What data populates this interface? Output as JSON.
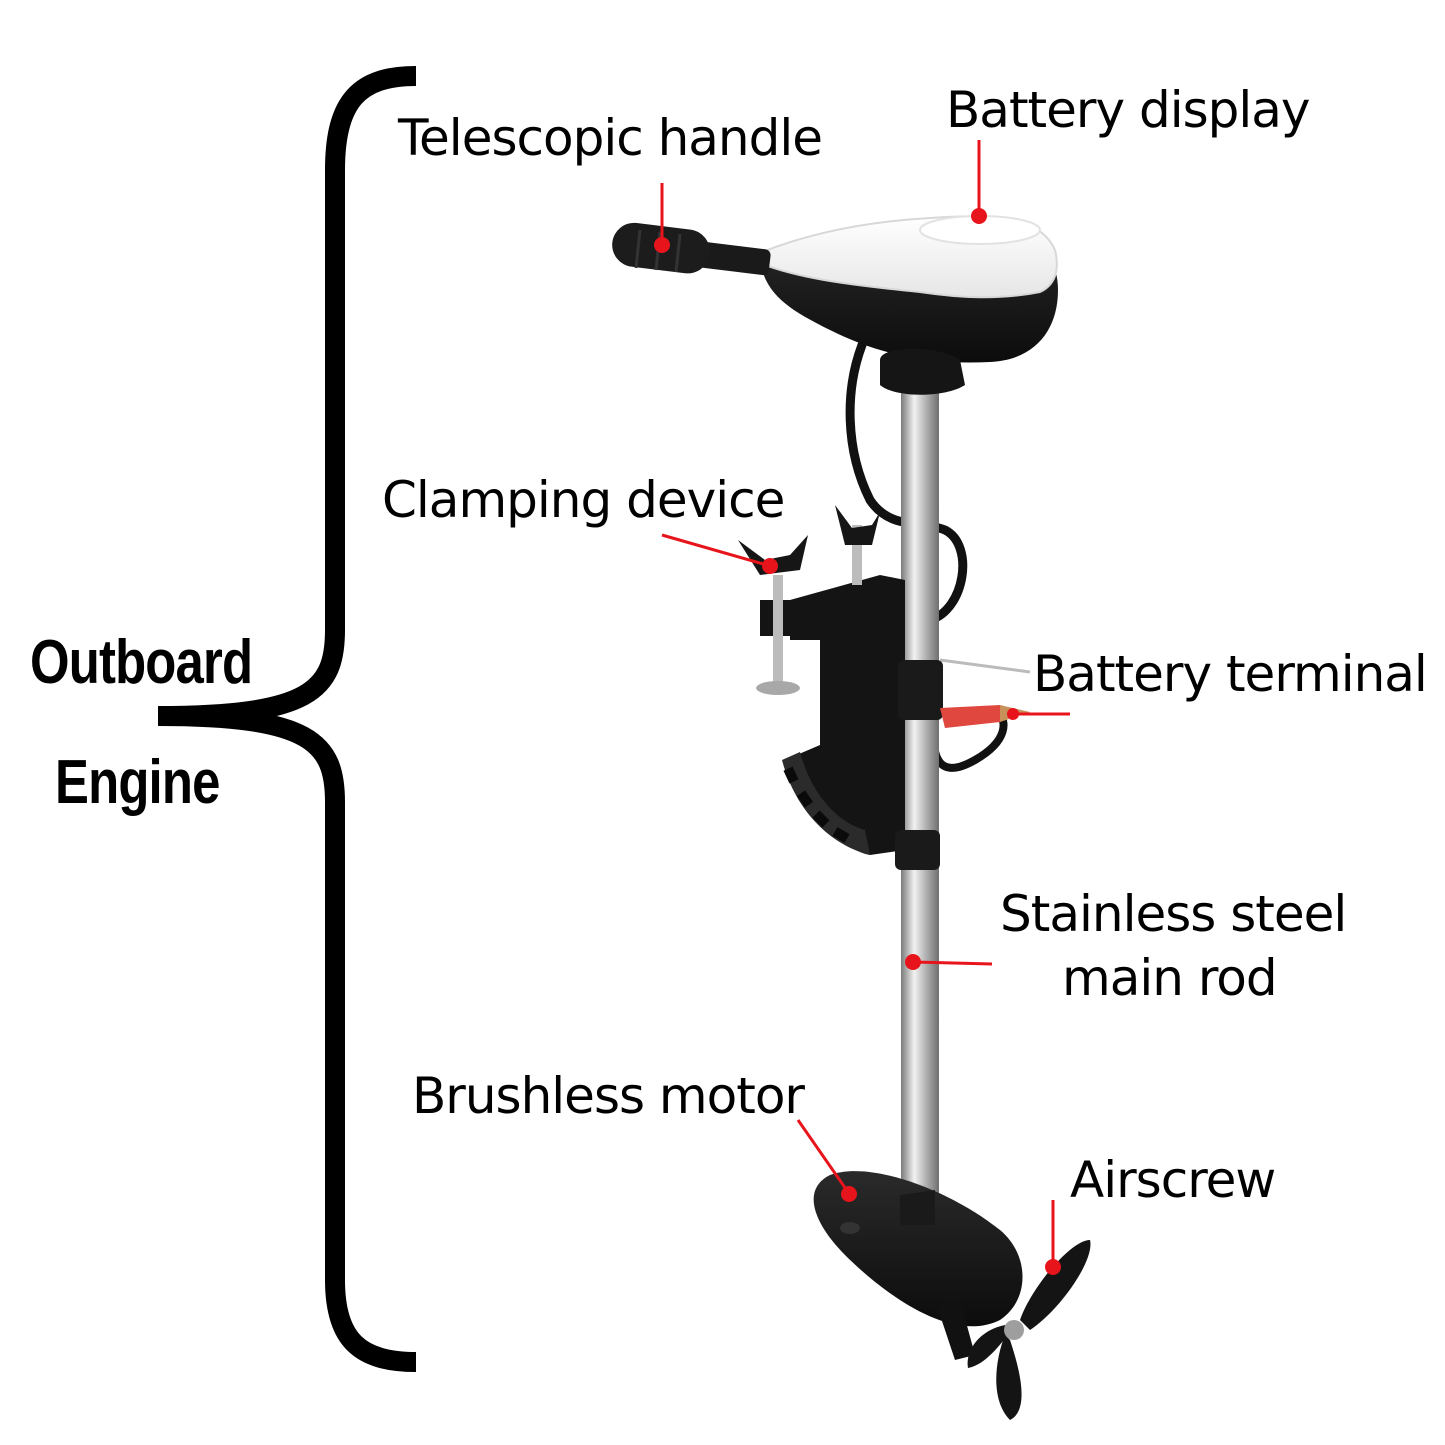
{
  "side_label": {
    "line1": "Outboard",
    "line2": "Engine"
  },
  "callouts": {
    "telescopic_handle": "Telescopic handle",
    "battery_display": "Battery display",
    "clamping_device": "Clamping device",
    "battery_terminal": "Battery terminal",
    "rod_line1": "Stainless steel",
    "rod_line2": "main rod",
    "brushless_motor": "Brushless motor",
    "airscrew": "Airscrew"
  },
  "colors": {
    "leader": "#e8141b",
    "product_dark": "#141414",
    "product_white": "#f4f4f4",
    "rod": "#c8c8c8"
  }
}
